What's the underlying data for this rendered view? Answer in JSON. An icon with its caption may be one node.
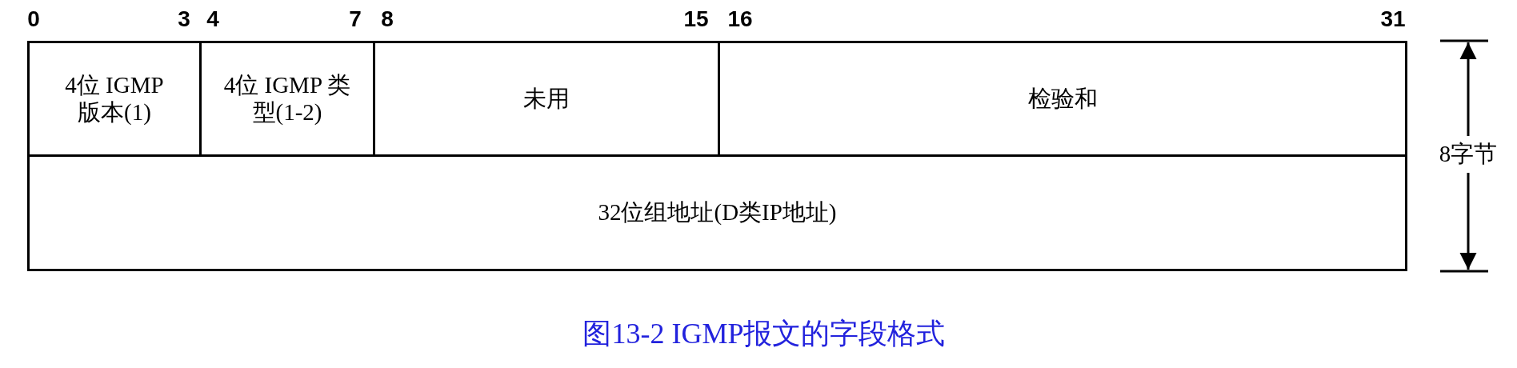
{
  "diagram": {
    "caption": "图13-2 IGMP报文的字段格式",
    "nodes": [
      {
        "text": [
          "4位 IGMP 版本(1)"
        ]
      },
      {
        "text": [
          "4位 IGMP 类型(1-2)"
        ]
      },
      {
        "text": [
          "未用"
        ]
      },
      {
        "text": [
          "检验和"
        ]
      },
      {
        "text": [
          "32位组地址(D类IP地址)"
        ]
      }
    ],
    "labels": [
      "0",
      "3",
      "4",
      "7",
      "8",
      "15",
      "16",
      "31",
      "8字节"
    ]
  }
}
